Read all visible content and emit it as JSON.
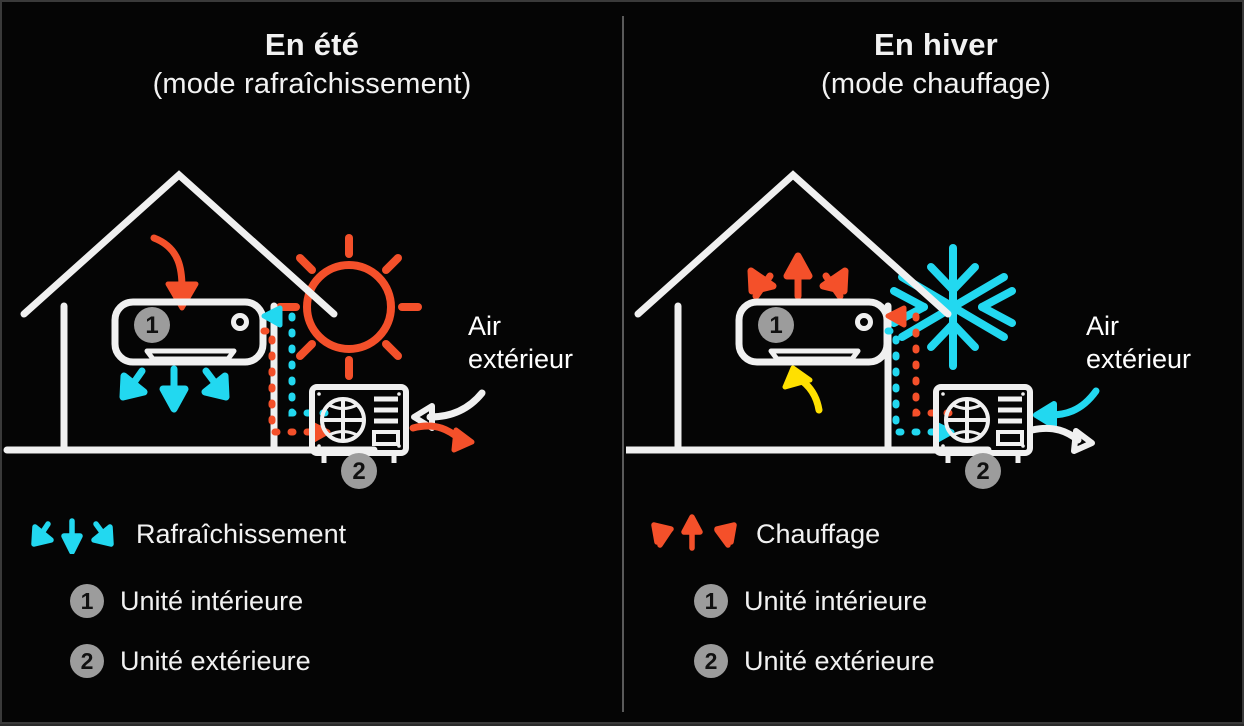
{
  "theme": {
    "background": "#050505",
    "border": "#3a3a3a",
    "divider": "#5a5a5a",
    "line_white": "#f0f0f0",
    "cool_cyan": "#22d8f0",
    "heat_orange": "#f4502a",
    "yellow": "#ffe000",
    "badge_gray": "#9c9c9c",
    "text": "#f2f2f2"
  },
  "panels": [
    {
      "id": "summer",
      "title_line1": "En été",
      "title_line2": "(mode rafraîchissement)",
      "weather_icon": "sun-icon",
      "weather_color": "#f4502a",
      "outdoor_air_label_line1": "Air",
      "outdoor_air_label_line2": "extérieur",
      "incoming_air_arrow_color": "#ffffff",
      "outgoing_air_arrow_color": "#f4502a",
      "roof_arrow_color": "#f4502a",
      "indoor_arrows_color": "#22d8f0",
      "indoor_arrows_direction": "down",
      "indoor_unit_badge": "1",
      "outdoor_unit_badge": "2",
      "legend": [
        {
          "icon": "triple-arrow-down-icon",
          "icon_color": "#22d8f0",
          "label": "Rafraîchissement"
        },
        {
          "icon": "badge-1-icon",
          "badge": "1",
          "label": "Unité intérieure"
        },
        {
          "icon": "badge-2-icon",
          "badge": "2",
          "label": "Unité extérieure"
        }
      ]
    },
    {
      "id": "winter",
      "title_line1": "En hiver",
      "title_line2": "(mode chauffage)",
      "weather_icon": "snowflake-icon",
      "weather_color": "#22d8f0",
      "outdoor_air_label_line1": "Air",
      "outdoor_air_label_line2": "extérieur",
      "incoming_air_arrow_color": "#22d8f0",
      "outgoing_air_arrow_color": "#ffffff",
      "roof_arrow_color": "#ffe000",
      "indoor_arrows_color": "#f4502a",
      "indoor_arrows_direction": "up",
      "indoor_unit_badge": "1",
      "outdoor_unit_badge": "2",
      "legend": [
        {
          "icon": "triple-arrow-up-icon",
          "icon_color": "#f4502a",
          "label": "Chauffage"
        },
        {
          "icon": "badge-1-icon",
          "badge": "1",
          "label": "Unité intérieure"
        },
        {
          "icon": "badge-2-icon",
          "badge": "2",
          "label": "Unité extérieure"
        }
      ]
    }
  ]
}
